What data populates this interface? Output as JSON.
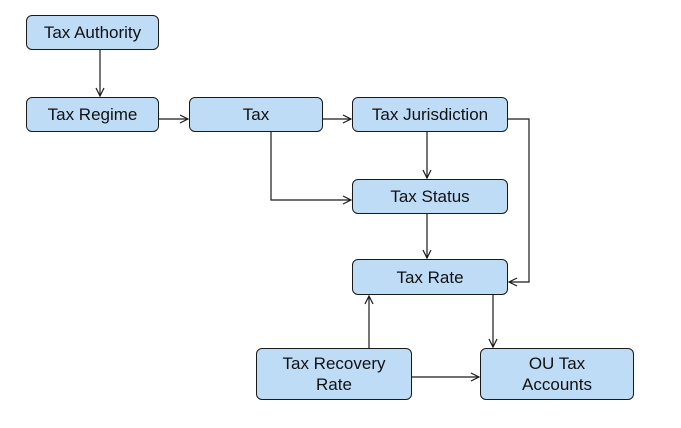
{
  "diagram": {
    "nodes": {
      "tax_authority": "Tax Authority",
      "tax_regime": "Tax Regime",
      "tax": "Tax",
      "tax_jurisdiction": "Tax Jurisdiction",
      "tax_status": "Tax Status",
      "tax_rate": "Tax Rate",
      "tax_recovery_rate": "Tax Recovery\nRate",
      "ou_tax_accounts": "OU Tax\nAccounts"
    },
    "edges": [
      {
        "from": "tax_authority",
        "to": "tax_regime"
      },
      {
        "from": "tax_regime",
        "to": "tax"
      },
      {
        "from": "tax",
        "to": "tax_jurisdiction"
      },
      {
        "from": "tax",
        "to": "tax_status"
      },
      {
        "from": "tax_jurisdiction",
        "to": "tax_status"
      },
      {
        "from": "tax_jurisdiction",
        "to": "tax_rate"
      },
      {
        "from": "tax_status",
        "to": "tax_rate"
      },
      {
        "from": "tax_recovery_rate",
        "to": "tax_rate"
      },
      {
        "from": "tax_rate",
        "to": "ou_tax_accounts"
      },
      {
        "from": "tax_recovery_rate",
        "to": "ou_tax_accounts"
      }
    ],
    "colors": {
      "node_fill": "#bfdcf7",
      "node_border": "#1a1a1a",
      "edge": "#1a1a1a"
    }
  }
}
